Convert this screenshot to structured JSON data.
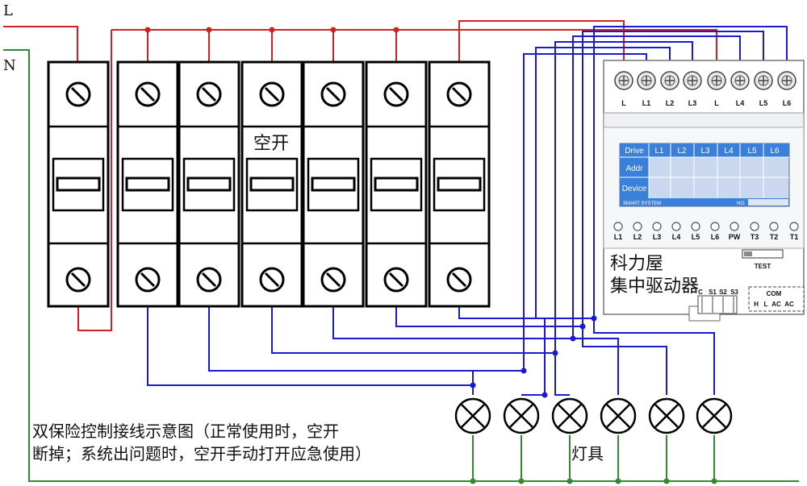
{
  "lines": {
    "live": "L",
    "neutral": "N"
  },
  "breaker_label": "空开",
  "driver": {
    "title_line1": "科力屋",
    "title_line2": "集中驱动器",
    "terminals": [
      "L",
      "L1",
      "L2",
      "L3",
      "L",
      "L4",
      "L5",
      "L6"
    ],
    "screen_headers": [
      "Drive",
      "L1",
      "L2",
      "L3",
      "L4",
      "L5",
      "L6"
    ],
    "screen_rows": [
      "Addr",
      "Device"
    ],
    "screen_footer_left": "SMART SYSTEM",
    "screen_footer_right": "NO:",
    "leds": [
      "L1",
      "L2",
      "L3",
      "L4",
      "L5",
      "L6",
      "PW",
      "T3",
      "T2",
      "T1"
    ],
    "test_label": "TEST",
    "switch_labels": [
      "C",
      "S1",
      "S2",
      "S3"
    ],
    "com_label": "COM",
    "com_terminals": [
      "H",
      "L",
      "AC",
      "AC"
    ]
  },
  "caption_line1": "双保险控制接线示意图（正常使用时，空开",
  "caption_line2": "断掉；系统出问题时，空开手动打开应急使用）",
  "lamps_label": "灯具",
  "colors": {
    "live": "#d42020",
    "neutral": "#2e8b2e",
    "control": "#1a1ad0",
    "frame": "#000000",
    "screen": "#3a7fd9"
  },
  "icons": [
    "screw-terminal-icon",
    "breaker-handle-icon",
    "lamp-icon",
    "junction-dot-icon",
    "led-indicator-icon"
  ]
}
